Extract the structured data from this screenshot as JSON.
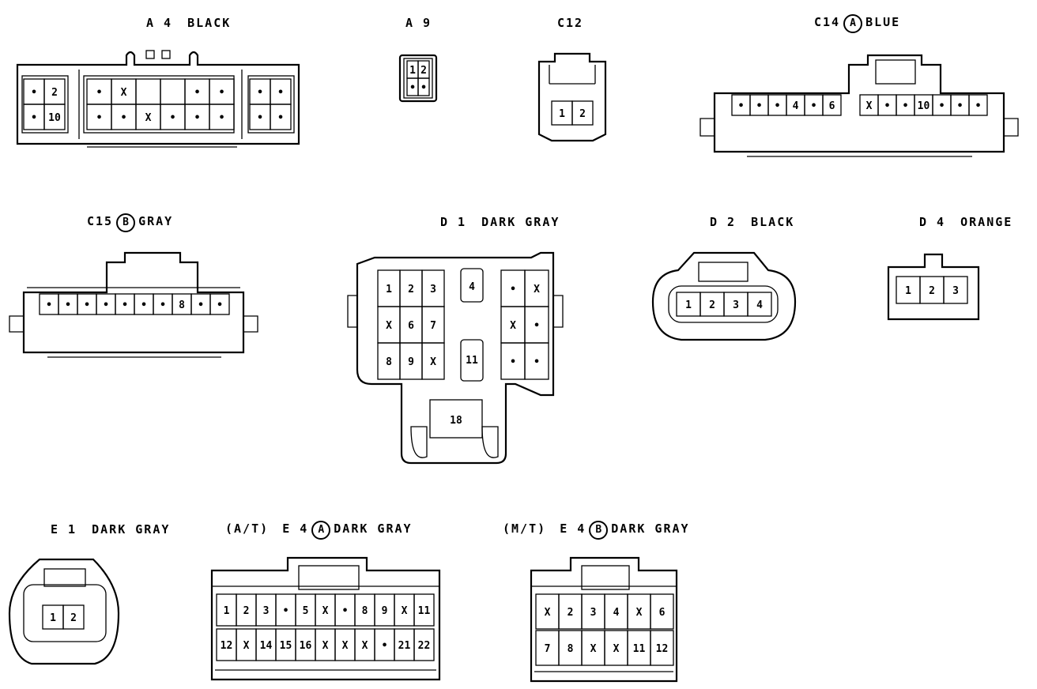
{
  "connectors": {
    "a4": {
      "name": "A 4",
      "color": "BLACK"
    },
    "a9": {
      "name": "A 9",
      "color": ""
    },
    "c12": {
      "name": "C12",
      "color": ""
    },
    "c14": {
      "name": "C14",
      "variant": "A",
      "color": "BLUE"
    },
    "c15": {
      "name": "C15",
      "variant": "B",
      "color": "GRAY"
    },
    "d1": {
      "name": "D 1",
      "color": "DARK GRAY"
    },
    "d2": {
      "name": "D 2",
      "color": "BLACK"
    },
    "d4": {
      "name": "D 4",
      "color": "ORANGE"
    },
    "e1": {
      "name": "E 1",
      "color": "DARK GRAY"
    },
    "e4a": {
      "prefix": "(A/T)",
      "name": "E 4",
      "variant": "A",
      "color": "DARK GRAY"
    },
    "e4b": {
      "prefix": "(M/T)",
      "name": "E 4",
      "variant": "B",
      "color": "DARK GRAY"
    }
  },
  "pins": {
    "a4_left": [
      [
        "•",
        "2"
      ],
      [
        "•",
        "10"
      ]
    ],
    "a4_mid": [
      [
        "•",
        "X",
        "",
        "",
        "•",
        "•"
      ],
      [
        "•",
        "•",
        "X",
        "•",
        "•",
        "•"
      ]
    ],
    "a4_right": [
      [
        "•",
        "•"
      ],
      [
        "•",
        "•"
      ]
    ],
    "a9": [
      [
        "1",
        "2"
      ],
      [
        "•",
        "•"
      ]
    ],
    "c12": [
      "1",
      "2"
    ],
    "c14_left": [
      "•",
      "•",
      "•",
      "4",
      "•",
      "6"
    ],
    "c14_right": [
      "X",
      "•",
      "•",
      "10",
      "•",
      "•",
      "•"
    ],
    "c15": [
      "•",
      "•",
      "•",
      "•",
      "•",
      "•",
      "•",
      "8",
      "•",
      "•"
    ],
    "d1_grid": [
      [
        "1",
        "2",
        "3"
      ],
      [
        "X",
        "6",
        "7"
      ],
      [
        "8",
        "9",
        "X"
      ]
    ],
    "d1_right": [
      [
        "•",
        "X"
      ],
      [
        "X",
        "•"
      ],
      [
        "•",
        "•"
      ]
    ],
    "d1_p4": "4",
    "d1_p11": "11",
    "d1_p18": "18",
    "d2": [
      "1",
      "2",
      "3",
      "4"
    ],
    "d4": [
      "1",
      "2",
      "3"
    ],
    "e1": [
      "1",
      "2"
    ],
    "e4a_row1": [
      "1",
      "2",
      "3",
      "•",
      "5",
      "X",
      "•",
      "8",
      "9",
      "X",
      "11"
    ],
    "e4a_row2": [
      "12",
      "X",
      "14",
      "15",
      "16",
      "X",
      "X",
      "X",
      "•",
      "21",
      "22"
    ],
    "e4b_row1": [
      "X",
      "2",
      "3",
      "4",
      "X",
      "6"
    ],
    "e4b_row2": [
      "7",
      "8",
      "X",
      "X",
      "11",
      "12"
    ]
  }
}
